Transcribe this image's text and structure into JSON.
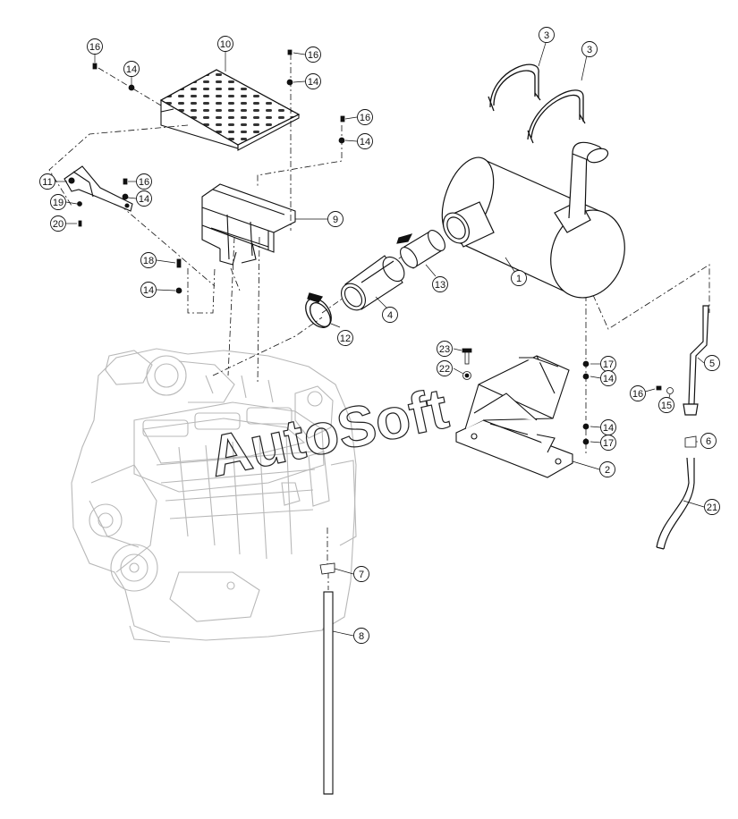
{
  "diagram": {
    "watermark": "AutoSoft",
    "callouts": [
      {
        "id": "c1",
        "label": "16"
      },
      {
        "id": "c2",
        "label": "14"
      },
      {
        "id": "c3",
        "label": "10"
      },
      {
        "id": "c4",
        "label": "16"
      },
      {
        "id": "c5",
        "label": "14"
      },
      {
        "id": "c6",
        "label": "16"
      },
      {
        "id": "c7",
        "label": "14"
      },
      {
        "id": "c8",
        "label": "11"
      },
      {
        "id": "c9",
        "label": "16"
      },
      {
        "id": "c10",
        "label": "14"
      },
      {
        "id": "c11",
        "label": "19"
      },
      {
        "id": "c12",
        "label": "20"
      },
      {
        "id": "c13",
        "label": "9"
      },
      {
        "id": "c14",
        "label": "18"
      },
      {
        "id": "c15",
        "label": "14"
      },
      {
        "id": "c16",
        "label": "12"
      },
      {
        "id": "c17",
        "label": "4"
      },
      {
        "id": "c18",
        "label": "13"
      },
      {
        "id": "c19",
        "label": "3"
      },
      {
        "id": "c20",
        "label": "3"
      },
      {
        "id": "c21",
        "label": "1"
      },
      {
        "id": "c22",
        "label": "5"
      },
      {
        "id": "c23",
        "label": "23"
      },
      {
        "id": "c24",
        "label": "22"
      },
      {
        "id": "c25",
        "label": "17"
      },
      {
        "id": "c26",
        "label": "14"
      },
      {
        "id": "c27",
        "label": "16"
      },
      {
        "id": "c28",
        "label": "15"
      },
      {
        "id": "c29",
        "label": "14"
      },
      {
        "id": "c30",
        "label": "17"
      },
      {
        "id": "c31",
        "label": "6"
      },
      {
        "id": "c32",
        "label": "2"
      },
      {
        "id": "c33",
        "label": "21"
      },
      {
        "id": "c34",
        "label": "7"
      },
      {
        "id": "c35",
        "label": "8"
      }
    ]
  },
  "colors": {
    "line": "#111111",
    "engine": "#b8b8b8",
    "watermark": "#222222"
  }
}
